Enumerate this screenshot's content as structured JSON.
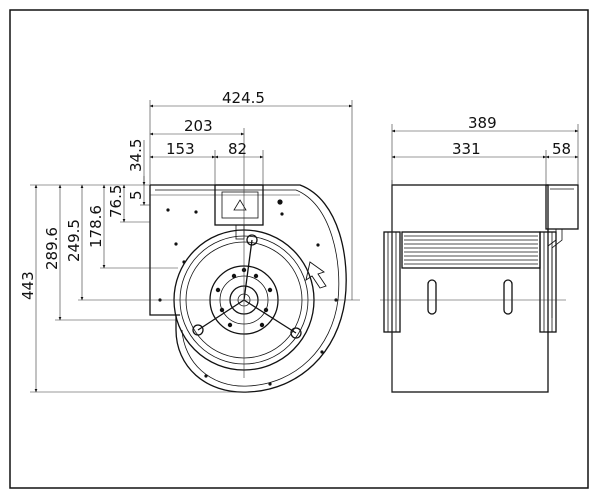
{
  "drawing": {
    "front_view": {
      "dim_width_total": "424.5",
      "dim_outlet_offset": "203",
      "dim_outlet_left": "153",
      "dim_outlet_width": "82",
      "dim_height_total": "443",
      "dim_height_2": "289.6",
      "dim_height_3": "249.5",
      "dim_height_4": "178.6",
      "dim_height_5": "76.5",
      "dim_height_6": "34.5",
      "dim_height_7": "5"
    },
    "side_view": {
      "dim_depth_total": "389",
      "dim_housing_depth": "331",
      "dim_box_depth": "58"
    }
  }
}
